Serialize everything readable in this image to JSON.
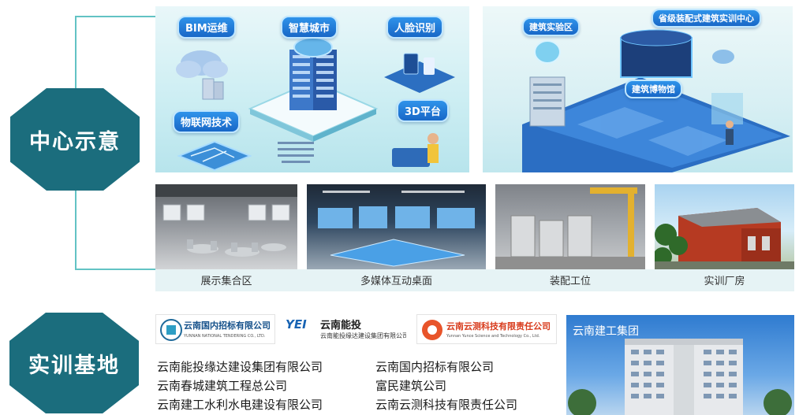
{
  "badges": {
    "center": "中心示意",
    "base": "实训基地"
  },
  "panel_left": {
    "tags": {
      "bim": "BIM运维",
      "smart_city": "智慧城市",
      "face": "人脸识别",
      "iot": "物联网技术",
      "platform3d": "3D平台"
    }
  },
  "panel_right": {
    "tags": {
      "lab": "建筑实验区",
      "center": "省级装配式建筑实训中心",
      "museum": "建筑博物馆"
    }
  },
  "photos": {
    "captions": [
      "展示集合区",
      "多媒体互动桌面",
      "装配工位",
      "实训厂房"
    ]
  },
  "logos": {
    "nt": {
      "name": "云南国内招标有限公司",
      "sub": "YUNNAN NATIONAL TENDERING CO., LTD."
    },
    "yei": {
      "mark": "YEI",
      "name": "云南能投",
      "sub": "云南能投缘达建设集团有限公司"
    },
    "yc": {
      "name": "云南云测科技有限责任公司",
      "sub": "Yunnan Yunce Science and Technology Co., Ltd."
    }
  },
  "companies": {
    "left": [
      "云南能投缘达建设集团有限公司",
      "云南春城建筑工程总公司",
      "云南建工水利水电建设有限公司"
    ],
    "right": [
      "云南国内招标有限公司",
      "富民建筑公司",
      "云南云测科技有限责任公司"
    ]
  },
  "building": {
    "label": "云南建工集团"
  },
  "colors": {
    "badge": "#1b6d7d",
    "line": "#62c3c4",
    "tag": "#1e74d2"
  }
}
